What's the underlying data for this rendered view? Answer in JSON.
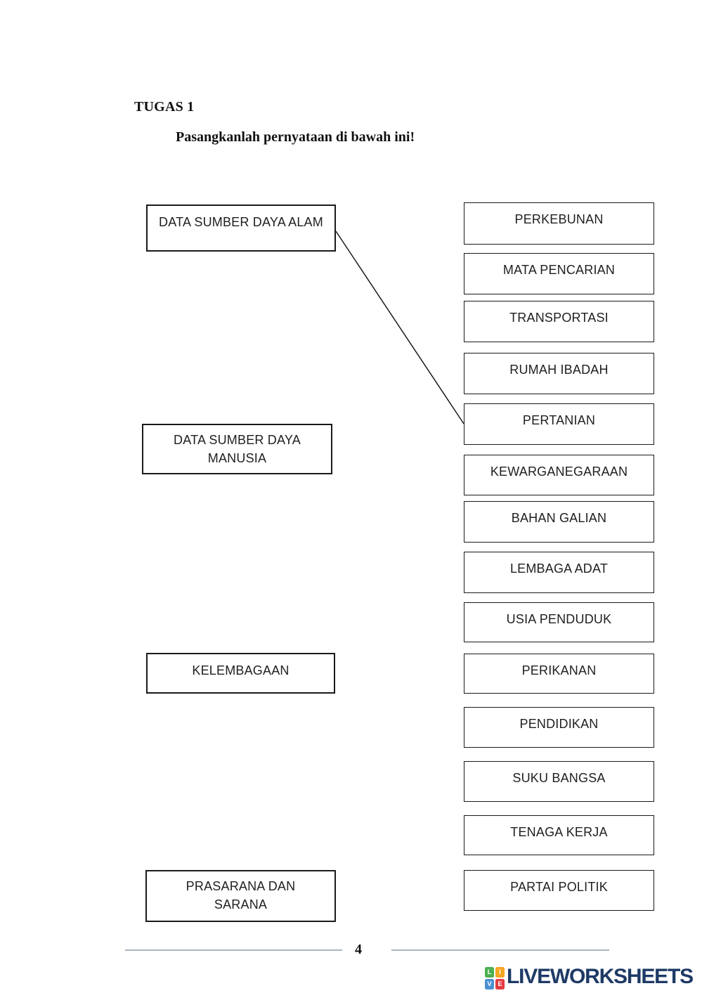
{
  "page": {
    "title": "TUGAS 1",
    "instruction": "Pasangkanlah pernyataan di bawah ini!",
    "page_number": "4"
  },
  "left_items": [
    {
      "label": "DATA SUMBER DAYA ALAM",
      "lines": [
        "DATA SUMBER DAYA ALAM"
      ]
    },
    {
      "label": "DATA SUMBER DAYA MANUSIA",
      "lines": [
        "DATA SUMBER DAYA",
        "MANUSIA"
      ]
    },
    {
      "label": "KELEMBAGAAN",
      "lines": [
        "KELEMBAGAAN"
      ]
    },
    {
      "label": "PRASARANA DAN SARANA",
      "lines": [
        "PRASARANA DAN",
        "SARANA"
      ]
    }
  ],
  "right_items": [
    "PERKEBUNAN",
    "MATA PENCARIAN",
    "TRANSPORTASI",
    "RUMAH IBADAH",
    "PERTANIAN",
    "KEWARGANEGARAAN",
    "BAHAN GALIAN",
    "LEMBAGA ADAT",
    "USIA PENDUDUK",
    "PERIKANAN",
    "PENDIDIKAN",
    "SUKU BANGSA",
    "TENAGA KERJA",
    "PARTAI POLITIK"
  ],
  "connections": [
    {
      "from": "DATA SUMBER DAYA ALAM",
      "to": "PERTANIAN"
    }
  ],
  "branding": {
    "logo_text": "LIVEWORKSHEETS",
    "logo_color": "#1e3a66",
    "tiles": [
      {
        "letter": "L",
        "color": "#4caf50"
      },
      {
        "letter": "I",
        "color": "#f5a623"
      },
      {
        "letter": "V",
        "color": "#4a90d2"
      },
      {
        "letter": "E",
        "color": "#e53940"
      }
    ]
  },
  "colors": {
    "box_border": "#1a1a1a",
    "footer_rule": "#a9b6c3",
    "background": "#ffffff"
  }
}
